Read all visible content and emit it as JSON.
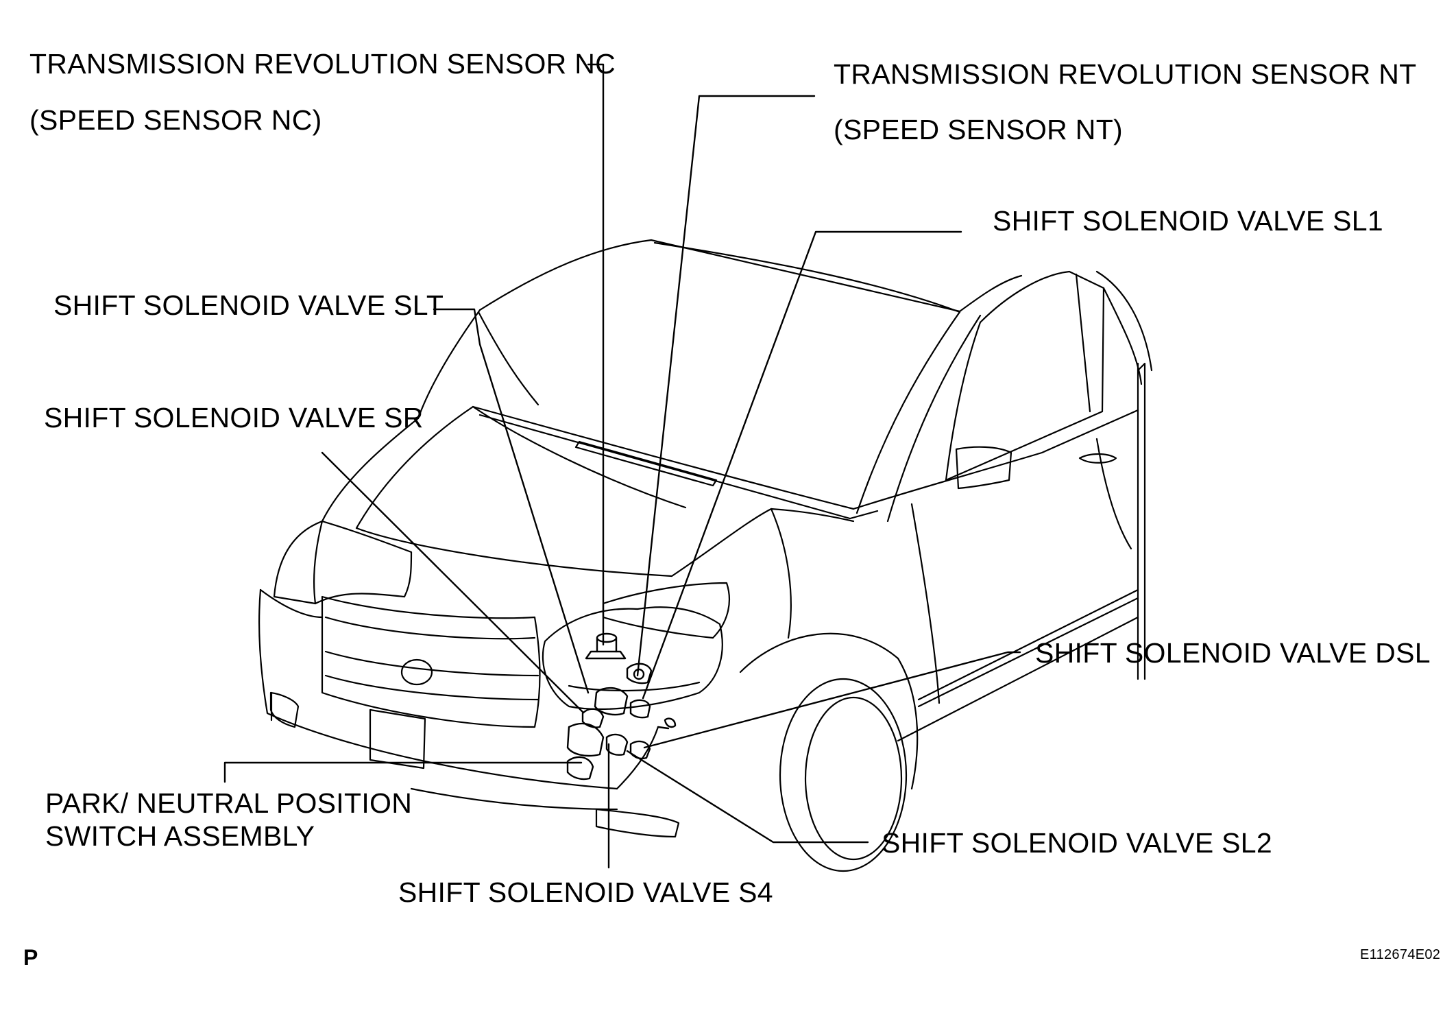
{
  "labels": {
    "nc_line1": "TRANSMISSION REVOLUTION SENSOR NC",
    "nc_line2": "(SPEED SENSOR NC)",
    "nt_line1": "TRANSMISSION REVOLUTION SENSOR NT",
    "nt_line2": "(SPEED SENSOR NT)",
    "sl1": "SHIFT SOLENOID VALVE SL1",
    "slt": "SHIFT SOLENOID VALVE SLT",
    "sr": "SHIFT SOLENOID VALVE SR",
    "dsl": "SHIFT SOLENOID VALVE DSL",
    "pnp_line1": "PARK/ NEUTRAL POSITION",
    "pnp_line2": "SWITCH ASSEMBLY",
    "sl2": "SHIFT SOLENOID VALVE SL2",
    "s4": "SHIFT SOLENOID VALVE S4"
  },
  "corner_marks": {
    "page_code": "P",
    "figure_id": "E112674E02"
  },
  "colors": {
    "line": "#000000",
    "background": "#ffffff"
  }
}
